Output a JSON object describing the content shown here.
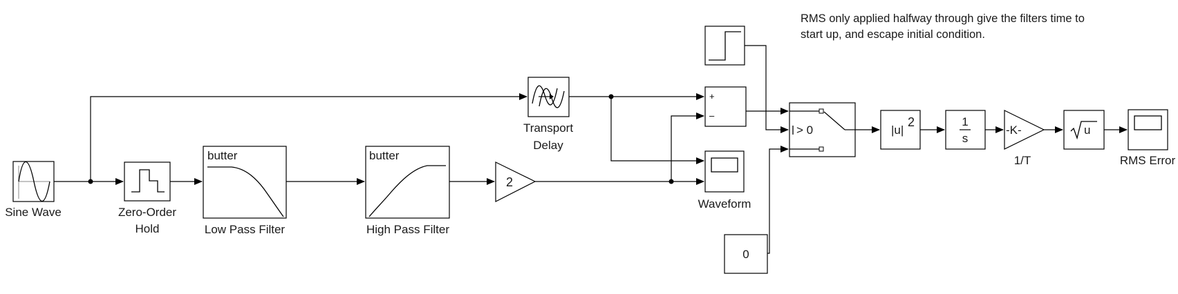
{
  "annotation": "RMS only applied halfway through give the filters time to\nstart up, and escape initial condition.",
  "blocks": {
    "sine_wave": {
      "label": "Sine Wave"
    },
    "zero_order_hold": {
      "label_line1": "Zero-Order",
      "label_line2": "Hold"
    },
    "low_pass_filter": {
      "label": "Low Pass Filter",
      "text": "butter"
    },
    "high_pass_filter": {
      "label": "High Pass Filter",
      "text": "butter"
    },
    "gain": {
      "value": "2"
    },
    "transport_delay": {
      "label_line1": "Transport",
      "label_line2": "Delay"
    },
    "sum": {
      "plus": "+",
      "minus": "–"
    },
    "waveform_scope": {
      "label": "Waveform"
    },
    "switch": {
      "condition": "> 0"
    },
    "constant": {
      "value": "0"
    },
    "square": {
      "base": "|u|",
      "exp": "2"
    },
    "integrator": {
      "num": "1",
      "den": "s"
    },
    "gain_k": {
      "text": "-K-",
      "label": "1/T"
    },
    "sqrt": {
      "text": "u"
    },
    "rms_scope": {
      "label": "RMS Error"
    }
  },
  "colors": {
    "wire": "#000000",
    "block_fill": "#ffffff"
  },
  "icons": [
    "sine-wave-icon",
    "zero-order-hold-icon",
    "step-icon",
    "scope-icon",
    "transport-delay-icon",
    "switch-icon",
    "sqrt-icon"
  ]
}
